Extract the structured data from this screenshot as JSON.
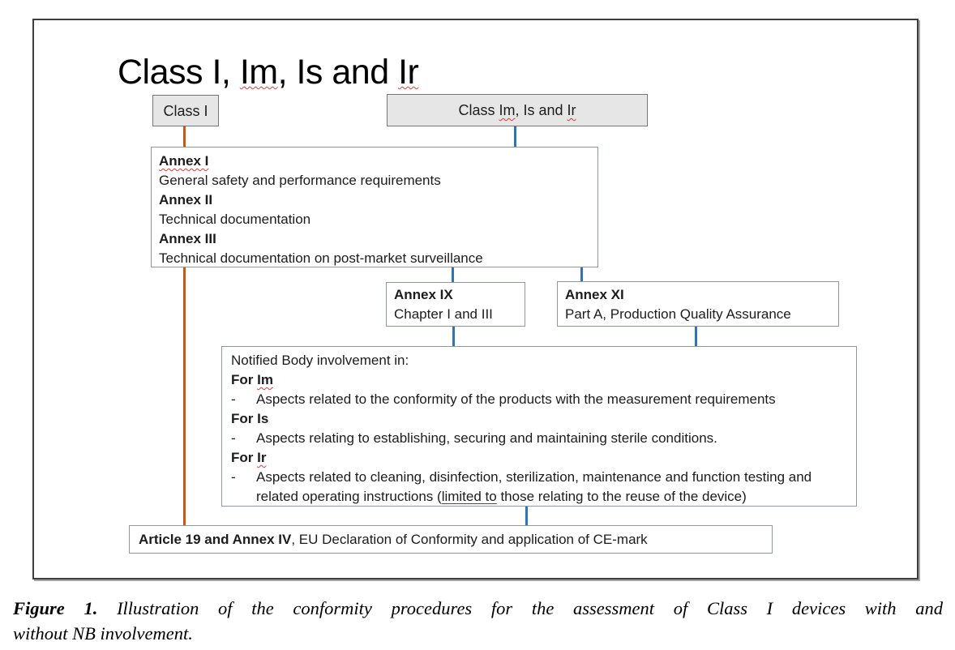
{
  "figure": {
    "title": {
      "p1": "Class I, ",
      "p2": "Im",
      "p3": ", Is and ",
      "p4": "Ir"
    }
  },
  "boxes": {
    "class_i": {
      "label": "Class I"
    },
    "class_im": {
      "p1": "Class ",
      "p2": "Im",
      "p3": ", Is and ",
      "p4": "Ir"
    },
    "annex_i_iii": {
      "annex_i_title": "Annex I",
      "annex_i_desc": "General safety and performance requirements",
      "annex_ii_title": "Annex II",
      "annex_ii_desc": "Technical documentation",
      "annex_iii_title": "Annex III",
      "annex_iii_desc": "Technical documentation on post-market surveillance"
    },
    "annex_ix": {
      "title": "Annex IX",
      "desc": "Chapter I and III"
    },
    "annex_xi": {
      "title": "Annex XI",
      "desc": "Part A, Production Quality Assurance"
    },
    "notified_body": {
      "heading": "Notified Body involvement in:",
      "dash": "-",
      "for_im_prefix": "For ",
      "for_im_word": "Im",
      "im_bullet": "Aspects related to the conformity of the products with the measurement requirements",
      "for_is": "For Is",
      "is_bullet": "Aspects relating to establishing, securing and maintaining sterile conditions.",
      "for_ir_prefix": "For ",
      "for_ir_word": "Ir",
      "ir_bullet_line1": "Aspects related to cleaning, disinfection, sterilization, maintenance and function testing and",
      "ir_bullet_line2_pre": "related operating instructions (",
      "ir_bullet_line2_underlined": "limited to",
      "ir_bullet_line2_post": " those relating to the reuse of the device)"
    },
    "article_19": {
      "bold": "Article 19 and Annex IV",
      "rest": ", EU Declaration of Conformity and application of CE-mark"
    }
  },
  "caption": {
    "label": "Figure 1.",
    "line1_rest": " Illustration of the conformity procedures for the assessment of Class I devices with and",
    "line2": "without NB involvement."
  },
  "colors": {
    "class_i_connector": "#C55A11",
    "nb_route_connector": "#2E75B6",
    "header_box_fill": "#E7E6E6",
    "spellcheck_squiggle": "#E23A2E"
  }
}
